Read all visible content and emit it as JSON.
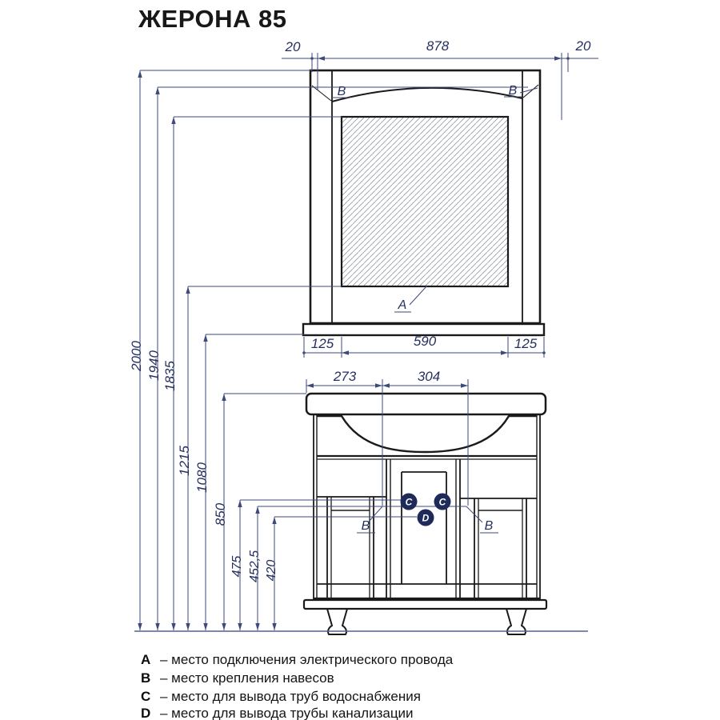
{
  "title": "ЖЕРОНА 85",
  "colors": {
    "drawing_line": "#1a1a1a",
    "dimension_line": "#3d4a7a",
    "dimension_text": "#26305f",
    "marker_circle": "#1e2a5a",
    "marker_letter": "#ffffff",
    "hatch": "#939aa4"
  },
  "dimensions": {
    "top_left_offset": "20",
    "top_width": "878",
    "top_right_offset": "20",
    "shelf_left": "125",
    "shelf_center": "590",
    "shelf_right": "125",
    "sink_left": "273",
    "sink_right": "304",
    "h_total": "2000",
    "h_mirror_bracket": "1940",
    "h_glass_top": "1835",
    "h_glass_bottom": "1215",
    "h_shelf": "1080",
    "h_counter": "850",
    "h_water": "475",
    "h_cab_bracket": "452,5",
    "h_drain": "420"
  },
  "markers": {
    "mirror_b_left": "B",
    "mirror_b_right": "B",
    "mirror_a": "A",
    "cabinet_b_left": "B",
    "cabinet_b_right": "B",
    "water_c_left": "C",
    "water_c_right": "C",
    "drain_d": "D"
  },
  "legend": {
    "items": [
      {
        "key": "A",
        "text": "– место подключения электрического провода"
      },
      {
        "key": "B",
        "text": "– место крепления навесов"
      },
      {
        "key": "C",
        "text": "– место для вывода труб водоснабжения"
      },
      {
        "key": "D",
        "text": "– место для вывода трубы канализации"
      }
    ]
  }
}
